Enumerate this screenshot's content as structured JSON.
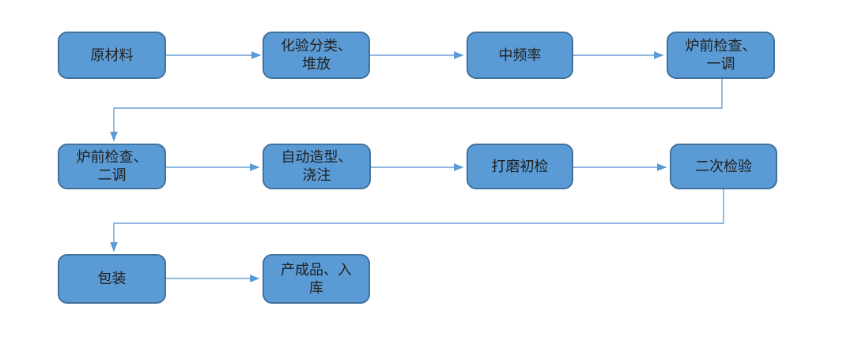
{
  "colors": {
    "background": "#ffffff",
    "node_fill": "#5b9bd5",
    "node_border": "#41719c",
    "node_text": "#202020",
    "connector": "#699fd8",
    "arrowhead": "#5b9bd5"
  },
  "diagram": {
    "type": "flowchart",
    "title": "",
    "nodes": [
      {
        "id": "n1",
        "row": 1,
        "label": "原材料"
      },
      {
        "id": "n2",
        "row": 1,
        "label": "化验分类、\n堆放"
      },
      {
        "id": "n3",
        "row": 1,
        "label": "中频率"
      },
      {
        "id": "n4",
        "row": 1,
        "label": "炉前检查、\n一调"
      },
      {
        "id": "n5",
        "row": 2,
        "label": "炉前检查、\n二调"
      },
      {
        "id": "n6",
        "row": 2,
        "label": "自动造型、\n浇注"
      },
      {
        "id": "n7",
        "row": 2,
        "label": "打磨初检"
      },
      {
        "id": "n8",
        "row": 2,
        "label": "二次检验"
      },
      {
        "id": "n9",
        "row": 3,
        "label": "包装"
      },
      {
        "id": "n10",
        "row": 3,
        "label": "产成品、入\n库"
      }
    ],
    "edges": [
      {
        "from": "n1",
        "to": "n2"
      },
      {
        "from": "n2",
        "to": "n3"
      },
      {
        "from": "n3",
        "to": "n4"
      },
      {
        "from": "n4",
        "to": "n5"
      },
      {
        "from": "n5",
        "to": "n6"
      },
      {
        "from": "n6",
        "to": "n7"
      },
      {
        "from": "n7",
        "to": "n8"
      },
      {
        "from": "n8",
        "to": "n9"
      },
      {
        "from": "n9",
        "to": "n10"
      }
    ]
  }
}
